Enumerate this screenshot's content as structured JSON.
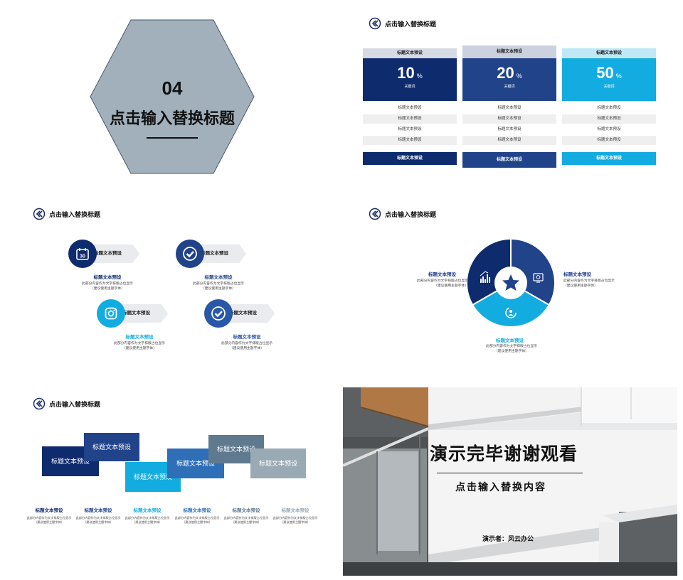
{
  "slide1": {
    "number": "04",
    "title": "点击输入替换标题"
  },
  "header_title": "点击输入替换标题",
  "slide2": {
    "columns": [
      {
        "head": "标题文本预设",
        "value": "10",
        "unit": "%",
        "keyword": "关键词",
        "rows": [
          "标题文本预设",
          "标题文本预设",
          "标题文本预设",
          "标题文本预设"
        ],
        "button": "标题文本预设",
        "color": "#0e2b6e",
        "headbg": "#d6dae3"
      },
      {
        "head": "标题文本预设",
        "value": "20",
        "unit": "%",
        "keyword": "关键词",
        "rows": [
          "标题文本预设",
          "标题文本预设",
          "标题文本预设",
          "标题文本预设"
        ],
        "button": "标题文本预设",
        "color": "#21438a",
        "headbg": "#cbd1de"
      },
      {
        "head": "标题文本预设",
        "value": "50",
        "unit": "%",
        "keyword": "关键词",
        "rows": [
          "标题文本预设",
          "标题文本预设",
          "标题文本预设",
          "标题文本预设"
        ],
        "button": "标题文本预设",
        "color": "#12ace0",
        "headbg": "#bfe9f6"
      }
    ]
  },
  "slide3": {
    "items": [
      {
        "label": "标题文本预设",
        "title": "标题文本预设",
        "desc1": "此部分内容作为文字排版占位显示",
        "desc2": "（建议使用主题字体）",
        "icon": "calendar-icon"
      },
      {
        "label": "标题文本预设",
        "title": "标题文本预设",
        "desc1": "此部分内容作为文字排版占位显示",
        "desc2": "（建议使用主题字体）",
        "icon": "check-icon"
      },
      {
        "label": "标题文本预设",
        "title": "标题文本预设",
        "desc1": "此部分内容作为文字排版占位显示",
        "desc2": "（建议使用主题字体）",
        "icon": "instagram-icon"
      },
      {
        "label": "标题文本预设",
        "title": "标题文本预设",
        "desc1": "此部分内容作为文字排版占位显示",
        "desc2": "（建议使用主题字体）",
        "icon": "check-icon"
      }
    ],
    "icon_calendar_day": "30"
  },
  "slide4": {
    "left": {
      "title": "标题文本预设",
      "desc1": "此部分内容作为文字排版占位显示",
      "desc2": "（建议使用主题字体）"
    },
    "right": {
      "title": "标题文本预设",
      "desc1": "此部分内容作为文字排版占位显示",
      "desc2": "（建议使用主题字体）"
    },
    "bottom": {
      "title": "标题文本预设",
      "desc1": "此部分内容作为文字排版占位显示",
      "desc2": "（建议使用主题字体）"
    }
  },
  "slide5": {
    "ribbons": [
      "标题文本预设",
      "标题文本预设",
      "标题文本预设",
      "标题文本预设",
      "标题文本预设",
      "标题文本预设"
    ],
    "items": [
      {
        "title": "标题文本预设",
        "desc1": "此部分内容作为文字排版占位显示",
        "desc2": "（建议使用主题字体）",
        "color": "#0e2b6e"
      },
      {
        "title": "标题文本预设",
        "desc1": "此部分内容作为文字排版占位显示",
        "desc2": "（建议使用主题字体）",
        "color": "#21438a"
      },
      {
        "title": "标题文本预设",
        "desc1": "此部分内容作为文字排版占位显示",
        "desc2": "（建议使用主题字体）",
        "color": "#12ace0"
      },
      {
        "title": "标题文本预设",
        "desc1": "此部分内容作为文字排版占位显示",
        "desc2": "（建议使用主题字体）",
        "color": "#2f6fb8"
      },
      {
        "title": "标题文本预设",
        "desc1": "此部分内容作为文字排版占位显示",
        "desc2": "（建议使用主题字体）",
        "color": "#5f7a8f"
      },
      {
        "title": "标题文本预设",
        "desc1": "此部分内容作为文字排版占位显示",
        "desc2": "（建议使用主题字体）",
        "color": "#9aaab5"
      }
    ]
  },
  "slide6": {
    "title": "演示完毕谢谢观看",
    "subtitle": "点击输入替换内容",
    "presenter": "演示者：风云办公"
  },
  "colors": {
    "navy": "#0e2b6e",
    "blue": "#21438a",
    "cyan": "#12ace0",
    "hex": "#a2b0bb"
  }
}
